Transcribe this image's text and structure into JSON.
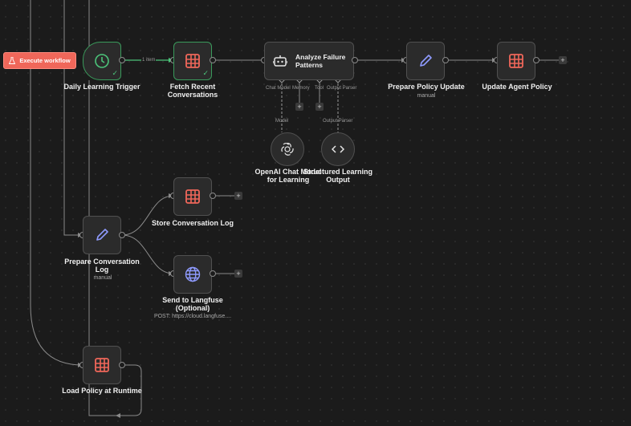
{
  "execute_button": {
    "label": "Execute workflow",
    "icon": "flask-icon"
  },
  "colors": {
    "accent": "#f0675a",
    "success": "#3a9a5b",
    "table_icon": "#f0675a",
    "edit_icon": "#8f9bff",
    "globe_icon": "#8f9bff"
  },
  "edges": {
    "item_count": "1 item"
  },
  "nodes": {
    "trigger": {
      "label": "Daily Learning Trigger",
      "icon": "clock-icon"
    },
    "fetch": {
      "label_line1": "Fetch Recent",
      "label_line2": "Conversations",
      "icon": "table-icon"
    },
    "analyze": {
      "title_line1": "Analyze Failure",
      "title_line2": "Patterns",
      "icon": "robot-icon",
      "ports": {
        "chat_model": "Chat Model",
        "memory": "Memory",
        "tool": "Tool",
        "output_parser": "Output Parser"
      }
    },
    "prepare_policy": {
      "label": "Prepare Policy Update",
      "subtitle": "manual",
      "icon": "pencil-icon"
    },
    "update_policy": {
      "label": "Update Agent Policy",
      "icon": "table-icon"
    },
    "openai": {
      "port": "Model",
      "label_line1": "OpenAI Chat Model",
      "label_line2": "for Learning",
      "icon": "openai-icon"
    },
    "structured": {
      "port": "Output Parser",
      "label_line1": "Structured Learning",
      "label_line2": "Output",
      "icon": "code-icon"
    },
    "store_log": {
      "label": "Store Conversation Log",
      "icon": "table-icon"
    },
    "prepare_log": {
      "label_line1": "Prepare Conversation",
      "label_line2": "Log",
      "subtitle": "manual",
      "icon": "pencil-icon"
    },
    "langfuse": {
      "label_line1": "Send to Langfuse",
      "label_line2": "(Optional)",
      "subtitle": "POST: https://cloud.langfuse....",
      "icon": "globe-icon"
    },
    "load_policy": {
      "label": "Load Policy at Runtime",
      "icon": "table-icon"
    }
  }
}
